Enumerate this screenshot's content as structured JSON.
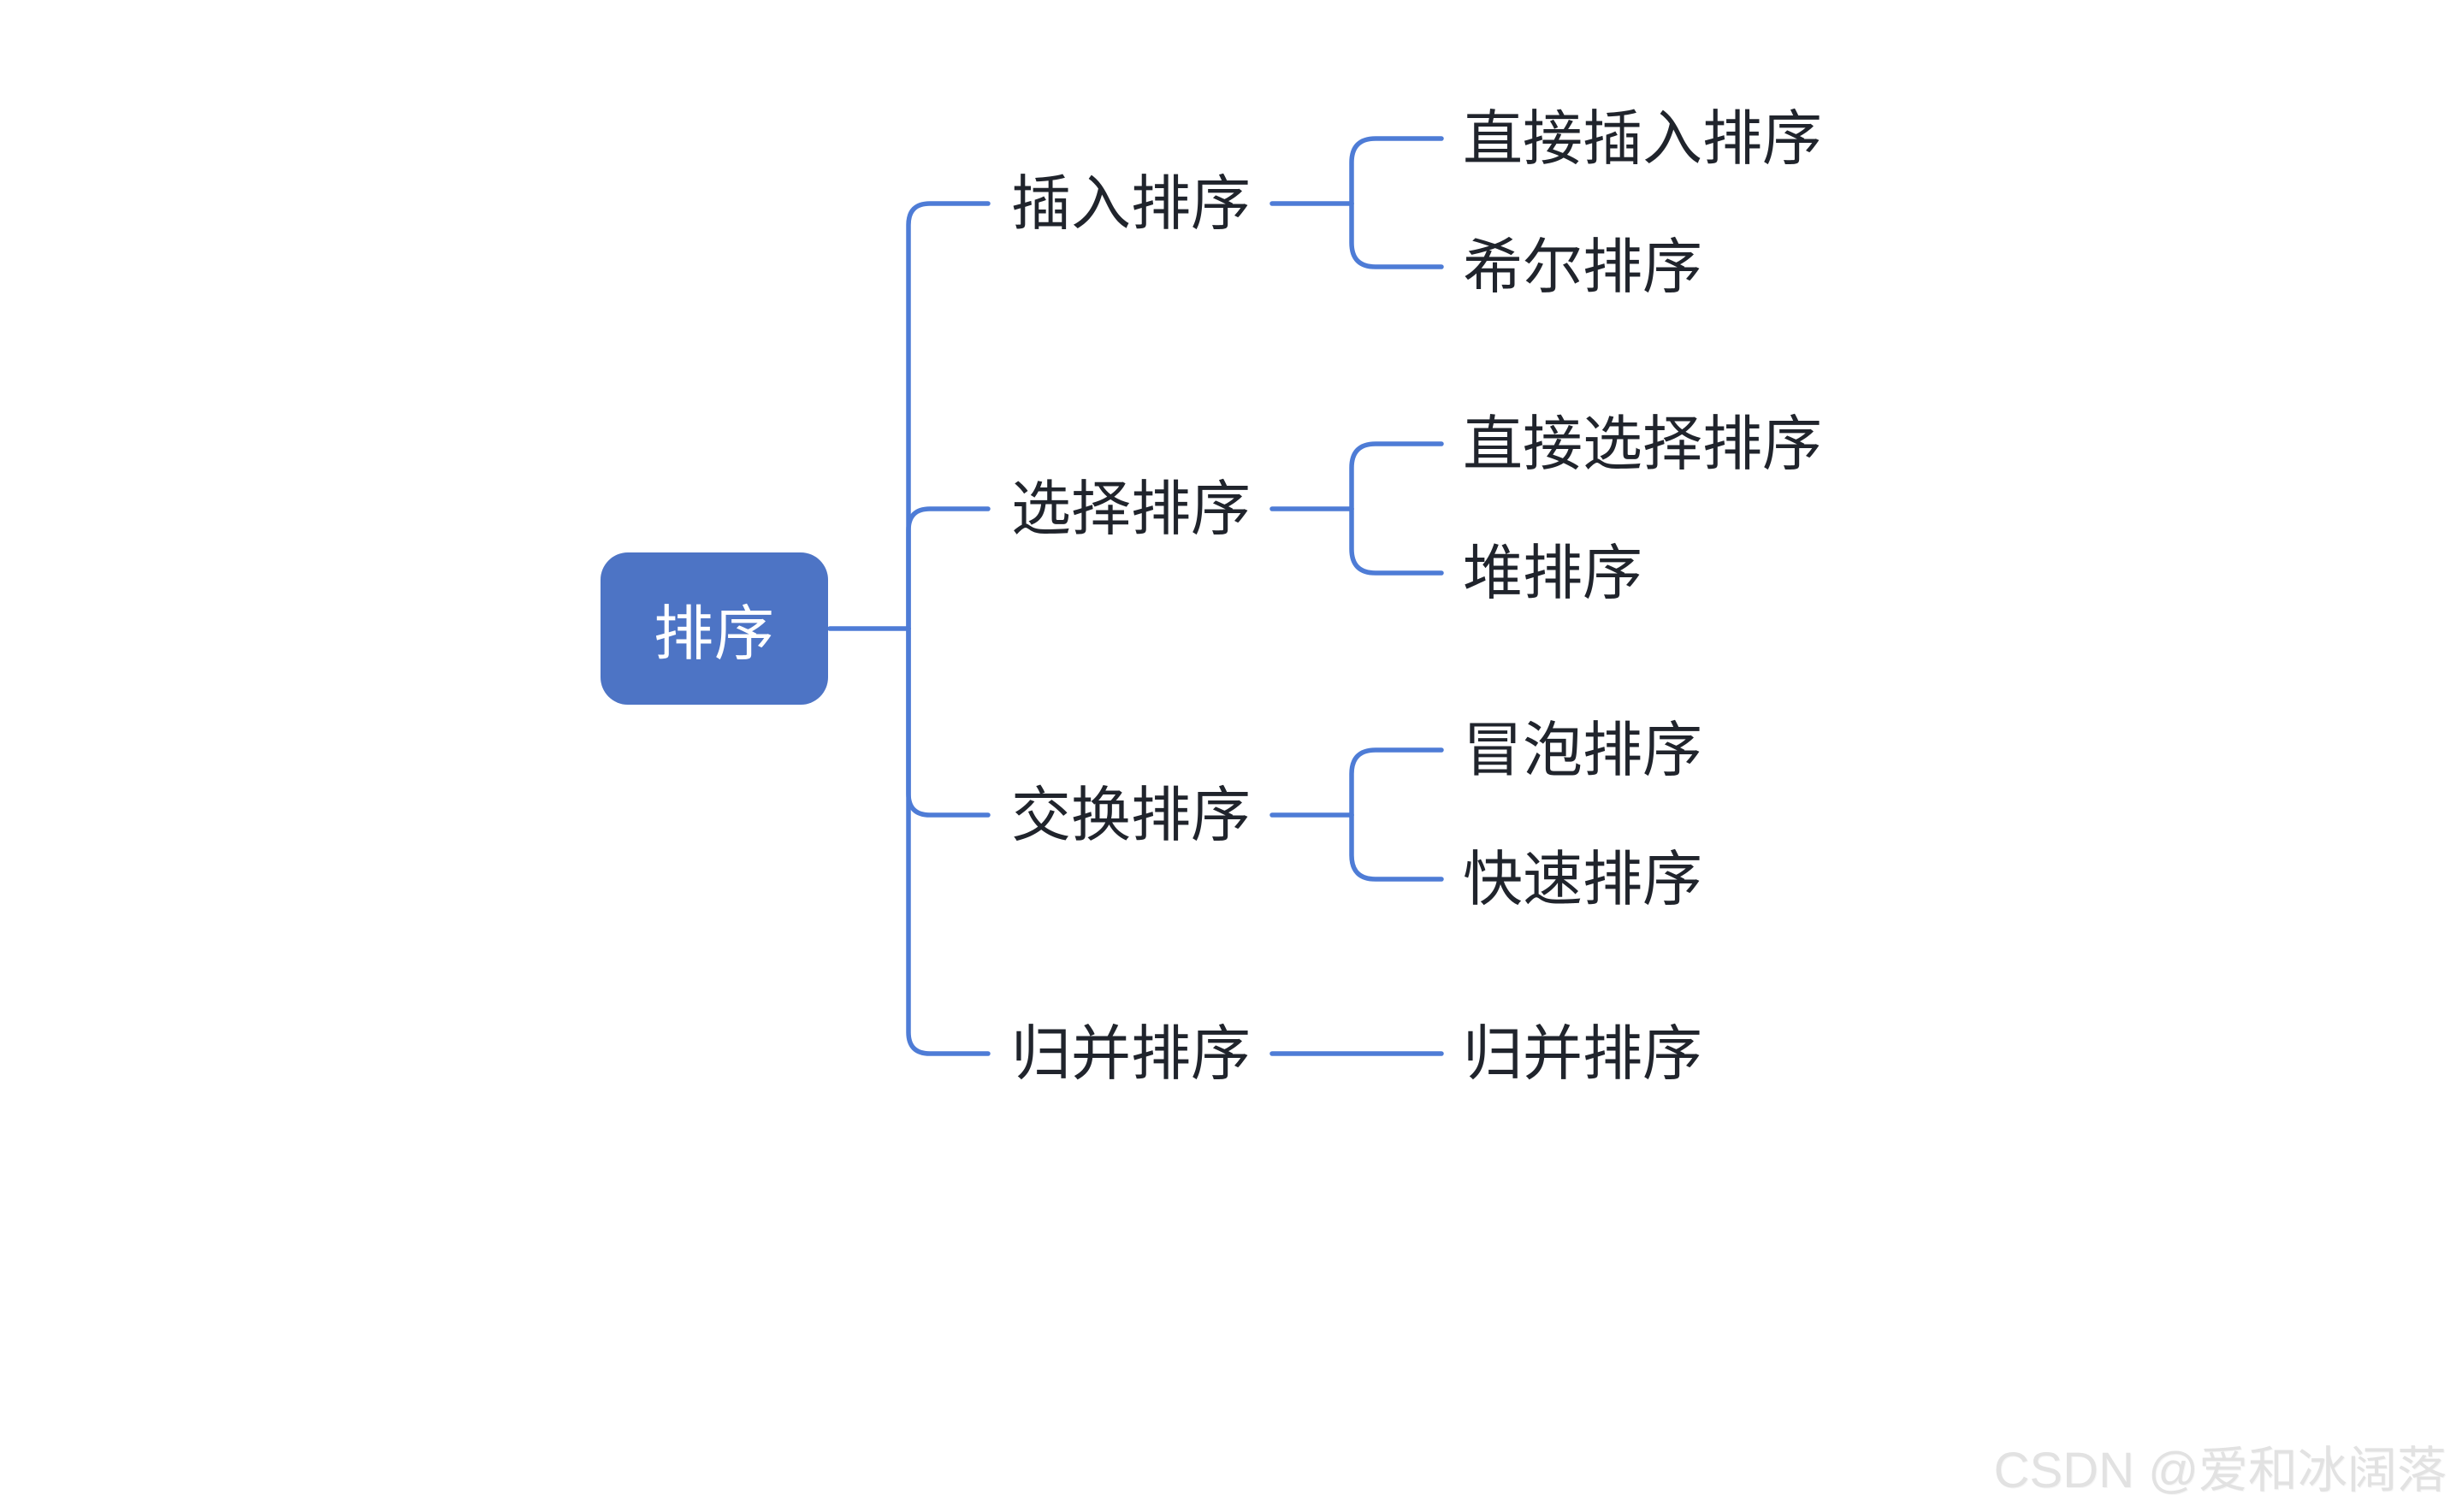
{
  "diagram": {
    "type": "mindmap",
    "root": {
      "label": "排序"
    },
    "branches": [
      {
        "label": "插入排序",
        "children": [
          {
            "label": "直接插入排序"
          },
          {
            "label": "希尔排序"
          }
        ]
      },
      {
        "label": "选择排序",
        "children": [
          {
            "label": "直接选择排序"
          },
          {
            "label": "堆排序"
          }
        ]
      },
      {
        "label": "交换排序",
        "children": [
          {
            "label": "冒泡排序"
          },
          {
            "label": "快速排序"
          }
        ]
      },
      {
        "label": "归并排序",
        "children": [
          {
            "label": "归并排序"
          }
        ]
      }
    ],
    "colors": {
      "root_node_fill": "#4d74c5",
      "root_node_text": "#ffffff",
      "connector_line": "#4e7cd6",
      "label_text": "#20242c",
      "watermark_text": "#e2e2e2",
      "background": "#ffffff"
    }
  },
  "watermark": {
    "text": "CSDN @爱和冰阔落"
  }
}
